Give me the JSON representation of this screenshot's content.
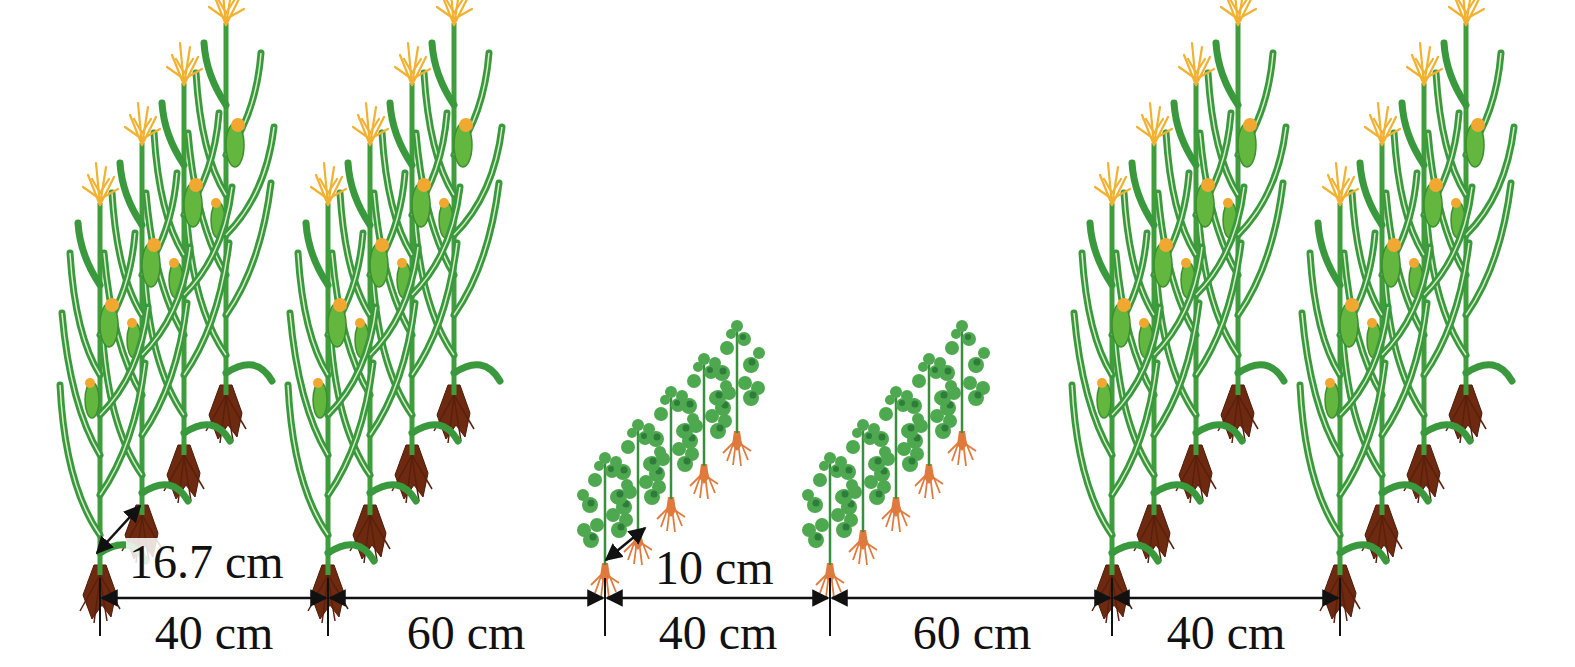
{
  "diagram": {
    "labels": [
      "16.7 cm",
      "10 cm",
      "40 cm",
      "60 cm",
      "40 cm",
      "60 cm",
      "40 cm"
    ]
  }
}
